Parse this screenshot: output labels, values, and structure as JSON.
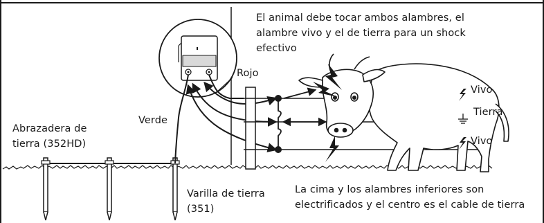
{
  "labels": {
    "annotation_top": [
      "El animal debe tocar ambos alambres, el",
      "alambre vivo y el de tierra para un shock",
      "efectivo"
    ],
    "annotation_bottom": [
      "La cima y los alambres inferiores son",
      "electrificados y el centro es el cable de tierra"
    ],
    "rojo": "Rojo",
    "verde": "Verde",
    "clamp": [
      "Abrazadera de",
      "tierra (352HD)"
    ],
    "rod": [
      "Varilla de tierra",
      "(351)"
    ],
    "vivo_top": "Vivo",
    "tierra": "Tierra",
    "vivo_bottom": "Vivo"
  },
  "colors": {
    "line": "#1a1a1a",
    "background": "#ffffff"
  },
  "icons": [
    "lightning-icon",
    "ground-symbol-icon",
    "energizer-unit-icon",
    "spark-icon"
  ]
}
